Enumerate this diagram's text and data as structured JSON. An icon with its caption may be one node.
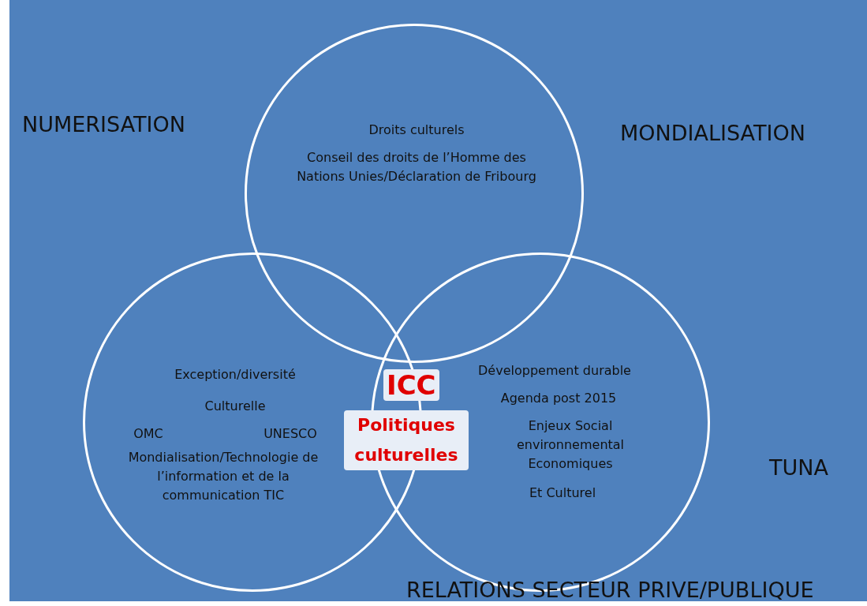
{
  "diagram": {
    "nodes": [
      {
        "text": [
          "Droits culturels",
          "Conseil des droits de l’Homme des Nations Unies/Déclaration de Fribourg"
        ]
      },
      {
        "text": [
          "Exception/diversité",
          "Culturelle",
          "OMC",
          "UNESCO",
          "Mondialisation/Technologie de l’information et de la communication TIC"
        ]
      },
      {
        "text": [
          "Développement durable",
          "Agenda post 2015",
          "Enjeux Social environnemental Economiques",
          "Et Culturel"
        ]
      }
    ],
    "labels": [
      "NUMERISATION",
      "MONDIALISATION",
      "ICC",
      "Politiques culturelles",
      "TUNA",
      "RELATIONS SECTEUR PRIVE/PUBLIQUE"
    ]
  }
}
